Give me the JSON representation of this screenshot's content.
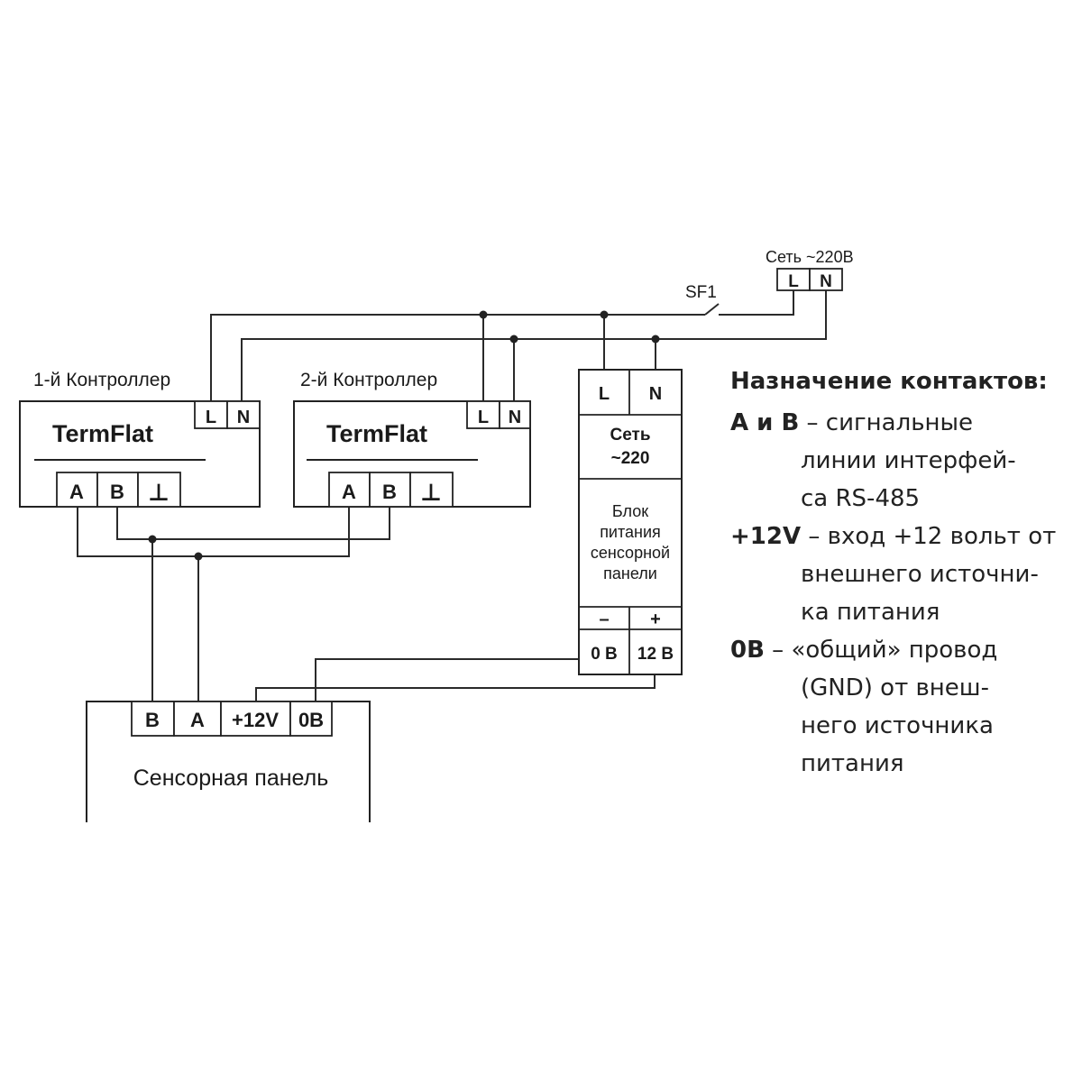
{
  "mains": {
    "label": "Сеть ~220В",
    "L": "L",
    "N": "N"
  },
  "breaker": {
    "label": "SF1"
  },
  "controllers": [
    {
      "caption": "1-й Контроллер",
      "model": "TermFlat",
      "power_terminals": [
        "L",
        "N"
      ],
      "bus_terminals": [
        "A",
        "B",
        "⊥"
      ]
    },
    {
      "caption": "2-й Контроллер",
      "model": "TermFlat",
      "power_terminals": [
        "L",
        "N"
      ],
      "bus_terminals": [
        "A",
        "B",
        "⊥"
      ]
    }
  ],
  "power_supply": {
    "input_terminals": [
      "L",
      "N"
    ],
    "input_label_line1": "Сеть",
    "input_label_line2": "~220",
    "description_lines": [
      "Блок",
      "питания",
      "сенсорной",
      "панели"
    ],
    "polarity": [
      "–",
      "+"
    ],
    "output_terminals": [
      "0 В",
      "12 В"
    ]
  },
  "touch_panel": {
    "terminals": [
      "B",
      "A",
      "+12V",
      "0B"
    ],
    "label": "Сенсорная панель"
  },
  "legend": {
    "title": "Назначение контактов:",
    "items": [
      {
        "key": "А и В",
        "dash": " – ",
        "lines": [
          "сигнальные",
          "линии интерфей-",
          "са RS-485"
        ]
      },
      {
        "key": "+12V",
        "dash": " – ",
        "lines": [
          "вход +12 вольт от",
          "внешнего источни-",
          "ка питания"
        ]
      },
      {
        "key": "0В",
        "dash": " – ",
        "lines": [
          "«общий» провод",
          "(GND) от внеш-",
          "него источника",
          "питания"
        ]
      }
    ]
  }
}
